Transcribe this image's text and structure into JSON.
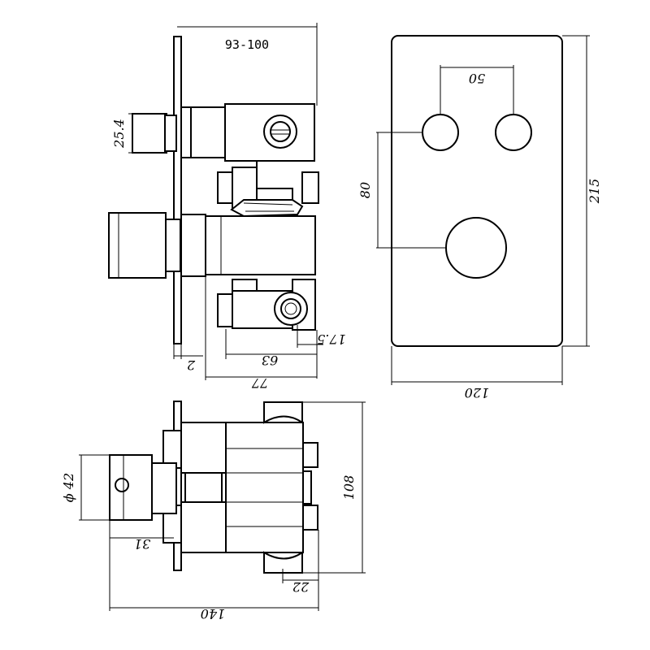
{
  "model_code": "93-100",
  "dimensions": {
    "cartridge_width": "25.4",
    "plate_thickness": "2",
    "body_depth_63": "63",
    "outlet_offset": "17.5",
    "overall_depth_77": "77",
    "button_spacing": "50",
    "vertical_spacing": "80",
    "plate_height": "215",
    "plate_width": "120",
    "knob_diameter": "ϕ 42",
    "knob_projection": "31",
    "body_height": "108",
    "outlet_depth": "22",
    "overall_length": "140"
  }
}
